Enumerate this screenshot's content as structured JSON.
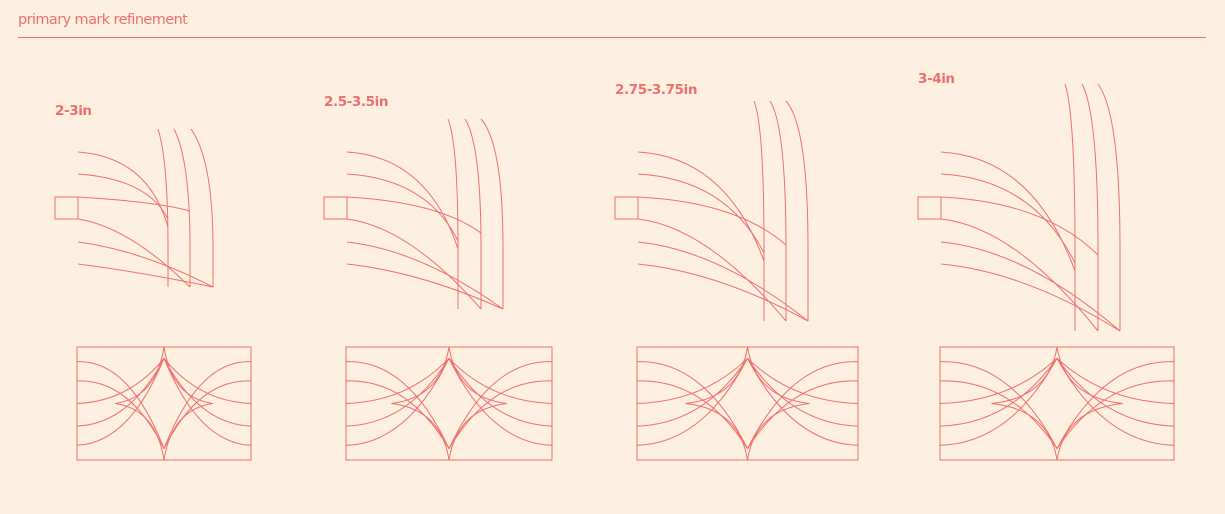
{
  "header": {
    "title": "primary mark refinement"
  },
  "colors": {
    "background": "#fef0e1",
    "accent": "#ef6f6c"
  },
  "variants": [
    {
      "label": "2-3in"
    },
    {
      "label": "2.5-3.5in"
    },
    {
      "label": "2.75-3.75in"
    },
    {
      "label": "3-4in"
    }
  ]
}
